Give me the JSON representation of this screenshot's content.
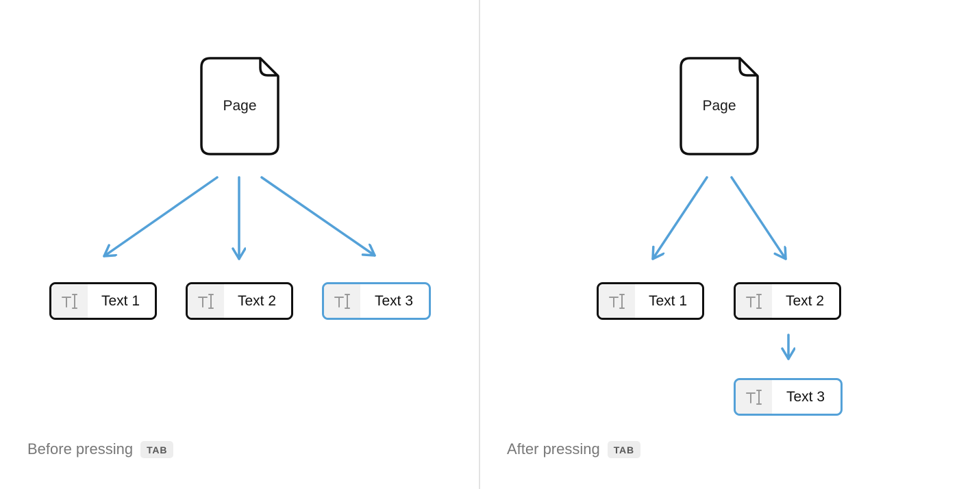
{
  "colors": {
    "accent_blue": "#54a1d8",
    "block_border_black": "#101010",
    "icon_cell_bg": "#f1f1f1",
    "icon_glyph_gray": "#989898",
    "caption_text": "#787878",
    "badge_bg": "#ededed",
    "badge_text": "#575757",
    "divider": "#e3e3e3"
  },
  "icons": {
    "page": "page-document-icon",
    "text_block": "text-cursor-icon",
    "arrow": "blue-arrow-icon"
  },
  "panels": [
    {
      "id": "before",
      "page_label": "Page",
      "blocks": [
        {
          "label": "Text 1",
          "highlighted": false
        },
        {
          "label": "Text 2",
          "highlighted": false
        },
        {
          "label": "Text 3",
          "highlighted": true
        }
      ],
      "caption": {
        "text": "Before pressing",
        "key": "TAB"
      }
    },
    {
      "id": "after",
      "page_label": "Page",
      "blocks": [
        {
          "label": "Text 1",
          "highlighted": false
        },
        {
          "label": "Text 2",
          "highlighted": false
        },
        {
          "label": "Text 3",
          "highlighted": true
        }
      ],
      "caption": {
        "text": "After pressing",
        "key": "TAB"
      }
    }
  ]
}
